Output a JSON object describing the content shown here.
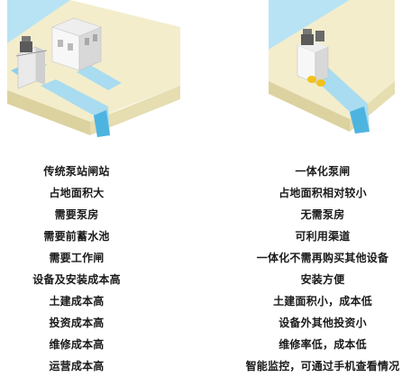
{
  "traditional": {
    "items": [
      "传统泵站闸站",
      "占地面积大",
      "需要泵房",
      "需要前蓄水池",
      "需要工作闸",
      "设备及安装成本高",
      "土建成本高",
      "投资成本高",
      "维修成本高",
      "运营成本高"
    ]
  },
  "integrated": {
    "items": [
      "一体化泵闸",
      "占地面积相对较小",
      "无需泵房",
      "可利用渠道",
      "一体化不需再购买其他设备",
      "安装方便",
      "土建面积小，成本低",
      "设备外其他投资小",
      "维修率低，成本低",
      "智能监控，可通过手机查看情况"
    ]
  },
  "colors": {
    "ground": "#f2ecc9",
    "ground_side": "#d9cf9c",
    "water": "#a9dcf0",
    "water_deep": "#4db4e0",
    "building": "#f4f4f4",
    "building_shade": "#cfcfcf",
    "machinery": "#555555",
    "accent_yellow": "#f2c21b",
    "text": "#1a1a1a"
  }
}
